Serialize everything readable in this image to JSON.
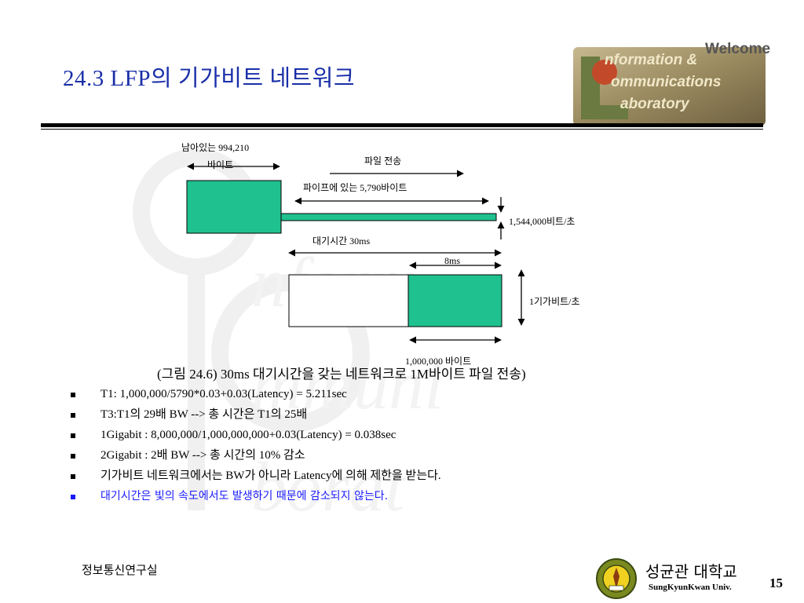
{
  "slide": {
    "title": "24.3 LFP의 기가비트 네트워크",
    "page_number": "15"
  },
  "logo": {
    "welcome": "Welcome",
    "line1": "nformation &",
    "line2": "ommunications",
    "line3": "aboratory"
  },
  "diagram": {
    "remaining_label_1": "남아있는 994,210",
    "remaining_label_2": "바이트",
    "file_transfer": "파일 전송",
    "pipe_label": "파이프에 있는 5,790바이트",
    "rate_1544": "1,544,000비트/초",
    "latency_label": "대기시간 30ms",
    "ms8_label": "8ms",
    "rate_gigabit": "1기가비트/초",
    "bytes_1m": "1,000,000 바이트"
  },
  "caption": "(그림 24.6) 30ms 대기시간을 갖는 네트워크로 1M바이트 파일 전송)",
  "bullets": [
    "T1: 1,000,000/5790*0.03+0.03(Latency) = 5.211sec",
    "T3:T1의 29배 BW --> 총 시간은 T1의 25배",
    "1Gigabit : 8,000,000/1,000,000,000+0.03(Latency) = 0.038sec",
    "2Gigabit : 2배 BW --> 총 시간의 10% 감소",
    "기가비트 네트워크에서는 BW가 아니라 Latency에 의해 제한을 받는다.",
    "대기시간은 빛의 속도에서도 발생하기 때문에 감소되지 않는다."
  ],
  "footer": {
    "lab_name": "정보통신연구실",
    "univ_name": "성균관 대학교",
    "univ_en": "SungKyunKwan Univ."
  },
  "colors": {
    "title": "#1a2fa8",
    "block_fill": "#1fc18e",
    "highlight": "#1a1aff"
  }
}
